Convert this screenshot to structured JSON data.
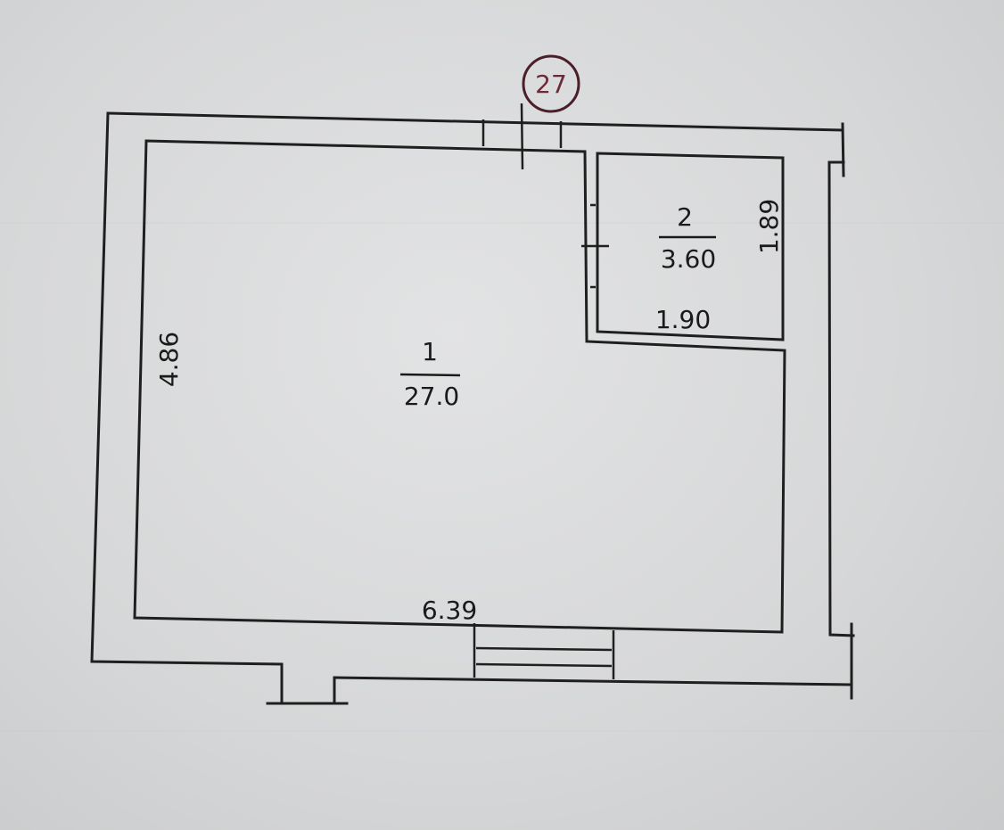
{
  "plan": {
    "marker": "27",
    "rooms": [
      {
        "number": "1",
        "area": "27.0"
      },
      {
        "number": "2",
        "area": "3.60"
      }
    ],
    "dimensions": {
      "room1_height": "4.86",
      "room1_width": "6.39",
      "room2_height": "1.89",
      "room2_width": "1.90"
    }
  },
  "colors": {
    "paper": "#d9dadb",
    "ink": "#1f1f1f",
    "marker": "#6a2a38"
  }
}
